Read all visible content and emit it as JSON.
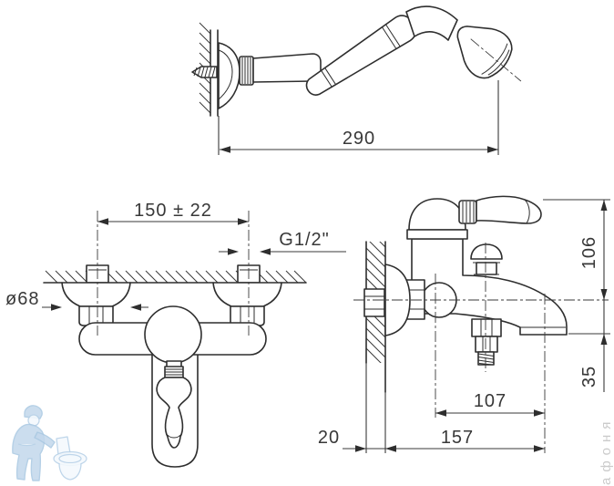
{
  "drawing": {
    "type": "technical-installation-drawing",
    "subject": "wall-mounted bath-shower mixer with handshower bracket",
    "dimensions": {
      "hose_bracket_reach": "290",
      "connection_centers": "150 ± 22",
      "thread_size": "G1/2\"",
      "escutcheon_diameter": "ø68",
      "body_height": "106",
      "outlet_drop": "35",
      "outlet_offset": "107",
      "rear_projection": "20",
      "spout_reach": "157"
    }
  },
  "watermark": {
    "logo": "plumber-with-toilet-logo",
    "text": "афоня"
  },
  "colors": {
    "line": "#2e2e2e",
    "dimension": "#3a3a3a",
    "watermark_blue": "#b9d3e9",
    "watermark_text": "#c6c6c6",
    "background": "#ffffff"
  }
}
